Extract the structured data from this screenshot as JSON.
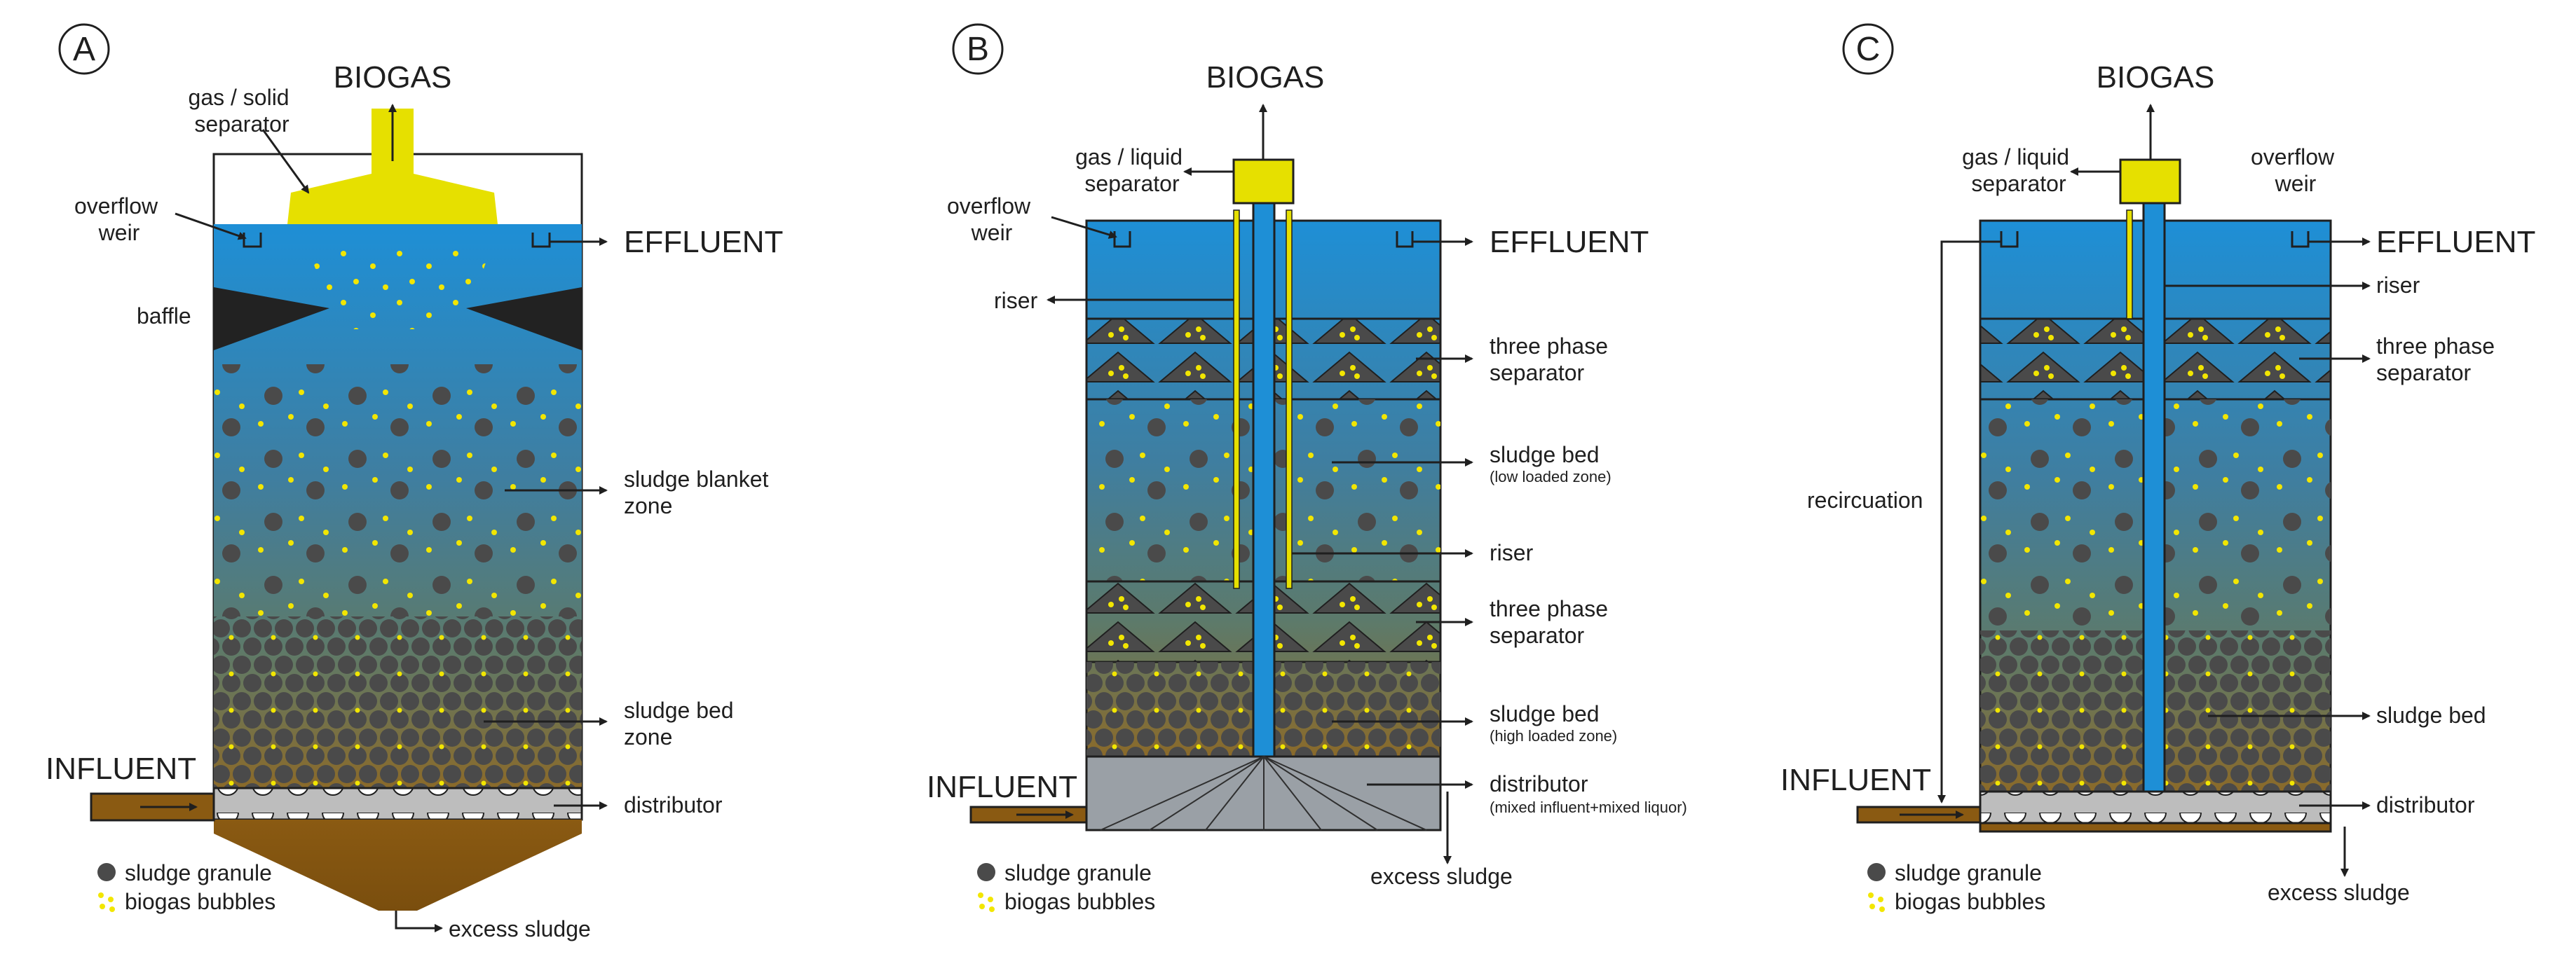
{
  "diagram": {
    "panels": [
      {
        "id": "A",
        "top_label": "BIOGAS",
        "labels": {
          "separator": "gas / solid\nseparator",
          "weir": "overflow\nweir",
          "baffle": "baffle",
          "effluent": "EFFLUENT",
          "blanket": "sludge blanket\nzone",
          "bed": "sludge bed\nzone",
          "influent": "INFLUENT",
          "distributor": "distributor",
          "excess": "excess sludge"
        },
        "legend": [
          "sludge granule",
          "biogas bubbles"
        ]
      },
      {
        "id": "B",
        "top_label": "BIOGAS",
        "labels": {
          "separator": "gas / liquid\nseparator",
          "weir": "overflow\nweir",
          "riser_left": "riser",
          "effluent": "EFFLUENT",
          "tps1": "three phase\nseparator",
          "bed_low": "sludge bed",
          "bed_low_sub": "(low loaded zone)",
          "riser_right": "riser",
          "tps2": "three phase\nseparator",
          "bed_high": "sludge bed",
          "bed_high_sub": "(high loaded zone)",
          "influent": "INFLUENT",
          "distributor": "distributor",
          "distributor_sub": "(mixed influent+mixed liquor)",
          "excess": "excess sludge"
        },
        "legend": [
          "sludge granule",
          "biogas bubbles"
        ]
      },
      {
        "id": "C",
        "top_label": "BIOGAS",
        "labels": {
          "separator": "gas / liquid\nseparator",
          "weir": "overflow\nweir",
          "effluent": "EFFLUENT",
          "riser": "riser",
          "tps": "three phase\nseparator",
          "recirc": "recircuation",
          "bed": "sludge bed",
          "influent": "INFLUENT",
          "distributor": "distributor",
          "excess": "excess sludge"
        },
        "legend": [
          "sludge granule",
          "biogas bubbles"
        ]
      }
    ],
    "colors": {
      "liquid_top": "#1e8fd6",
      "liquid_mid": "#4a7a8e",
      "liquid_bottom": "#8a6a2a",
      "sludge_granule": "#4a4a4a",
      "biogas_bubble": "#f2e600",
      "separator_yellow": "#e6e000",
      "distributor_grey": "#bdbdbd",
      "excess_brown": "#8a5a12",
      "baffle_black": "#222222"
    }
  }
}
